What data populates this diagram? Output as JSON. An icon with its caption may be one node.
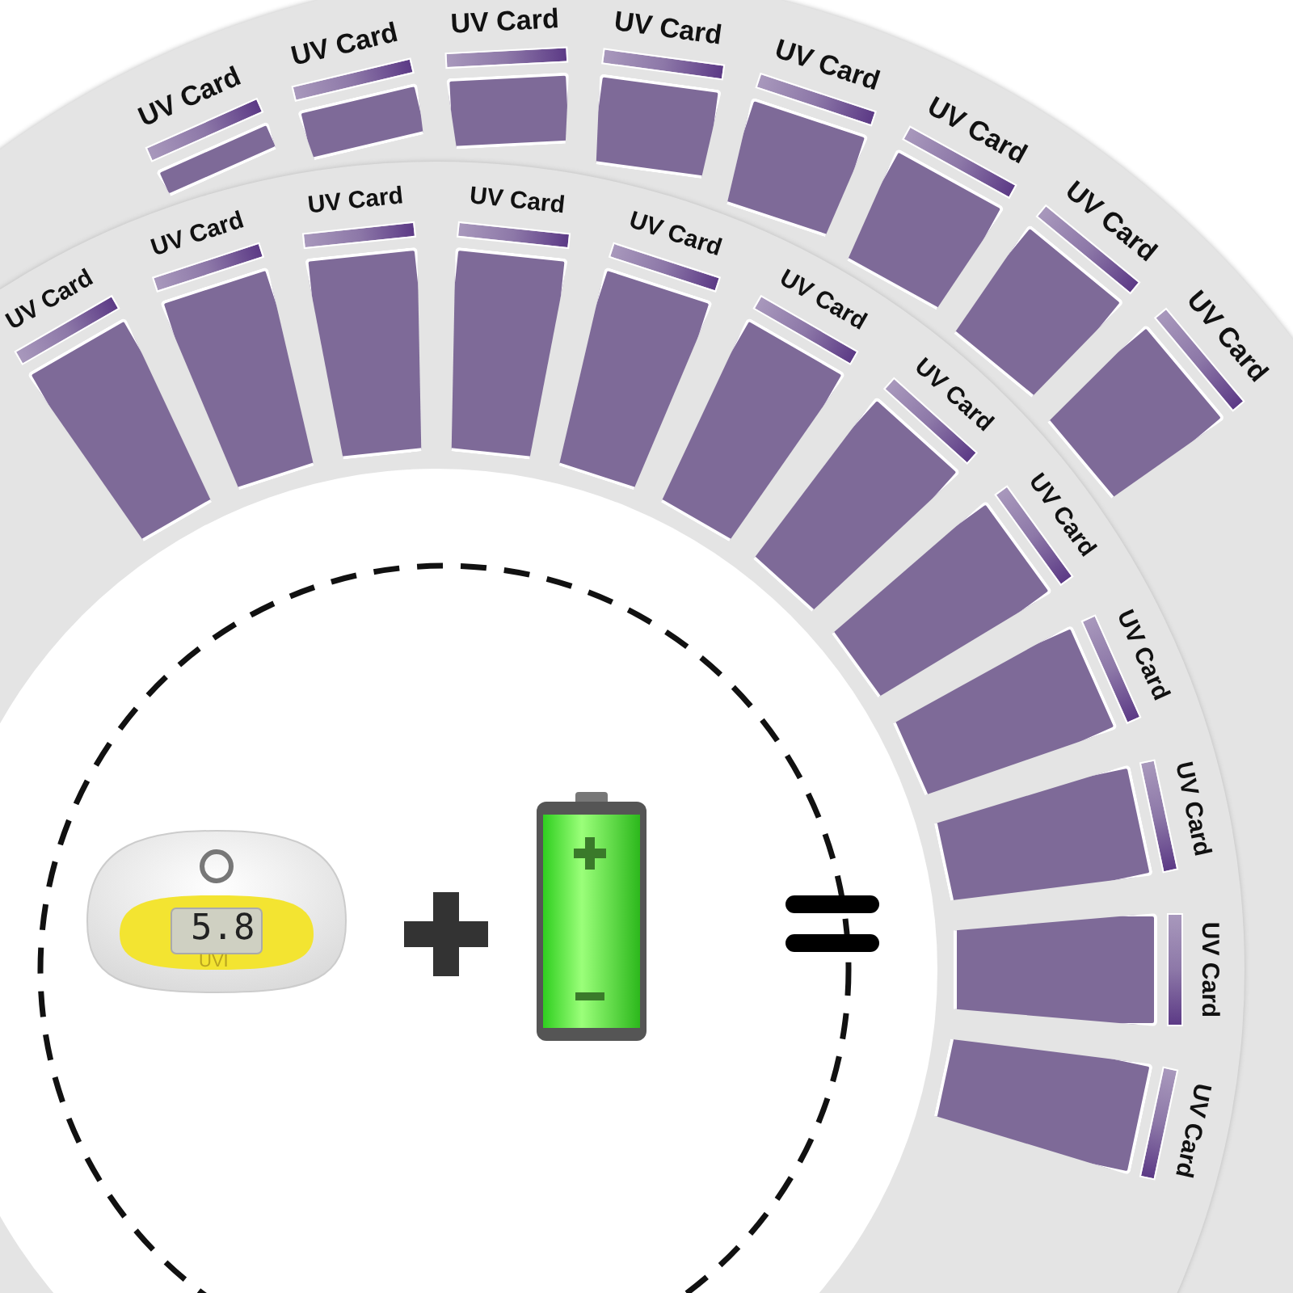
{
  "diagram": {
    "labels": [
      "UV Card",
      "UV Card",
      "UV Card",
      "UV Card",
      "UV Card",
      "UV Card",
      "UV Card",
      "UV Card",
      "UV Card",
      "UV Card",
      "UV Card",
      "UV Card",
      "UV Card",
      "UV Card",
      "UV Card",
      "UV Card",
      "UV Card",
      "UV Card",
      "UV Card",
      "UV Card",
      "5.8",
      "UVI"
    ]
  }
}
